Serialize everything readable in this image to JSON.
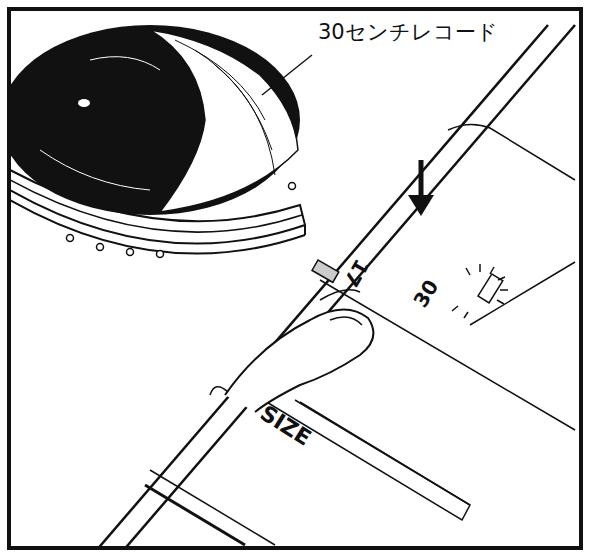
{
  "diagram": {
    "labels": [
      "30センチレコード",
      "17",
      "30",
      "SIZE"
    ]
  }
}
